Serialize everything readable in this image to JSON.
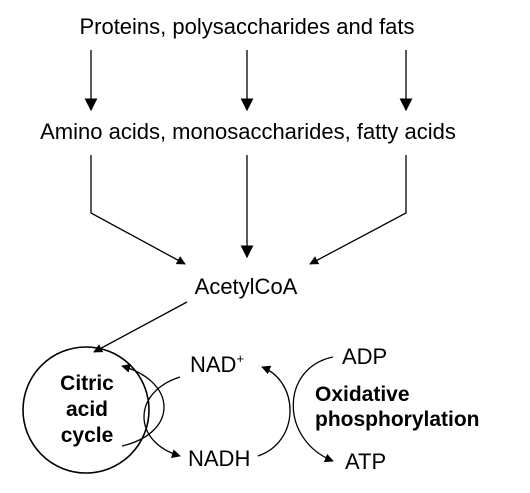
{
  "labels": {
    "macronutrients": "Proteins, polysaccharides and fats",
    "monomers": "Amino acids, monosaccharides, fatty acids",
    "acetyl_coa": "AcetylCoA",
    "citric_line1": "Citric",
    "citric_line2": "acid",
    "citric_line3": "cycle",
    "nad": "NAD",
    "nad_sup": "+",
    "nadh": "NADH",
    "adp": "ADP",
    "atp": "ATP",
    "oxphos_line1": "Oxidative",
    "oxphos_line2": "phosphorylation"
  },
  "colors": {
    "ink": "#000000",
    "background": "#ffffff"
  }
}
